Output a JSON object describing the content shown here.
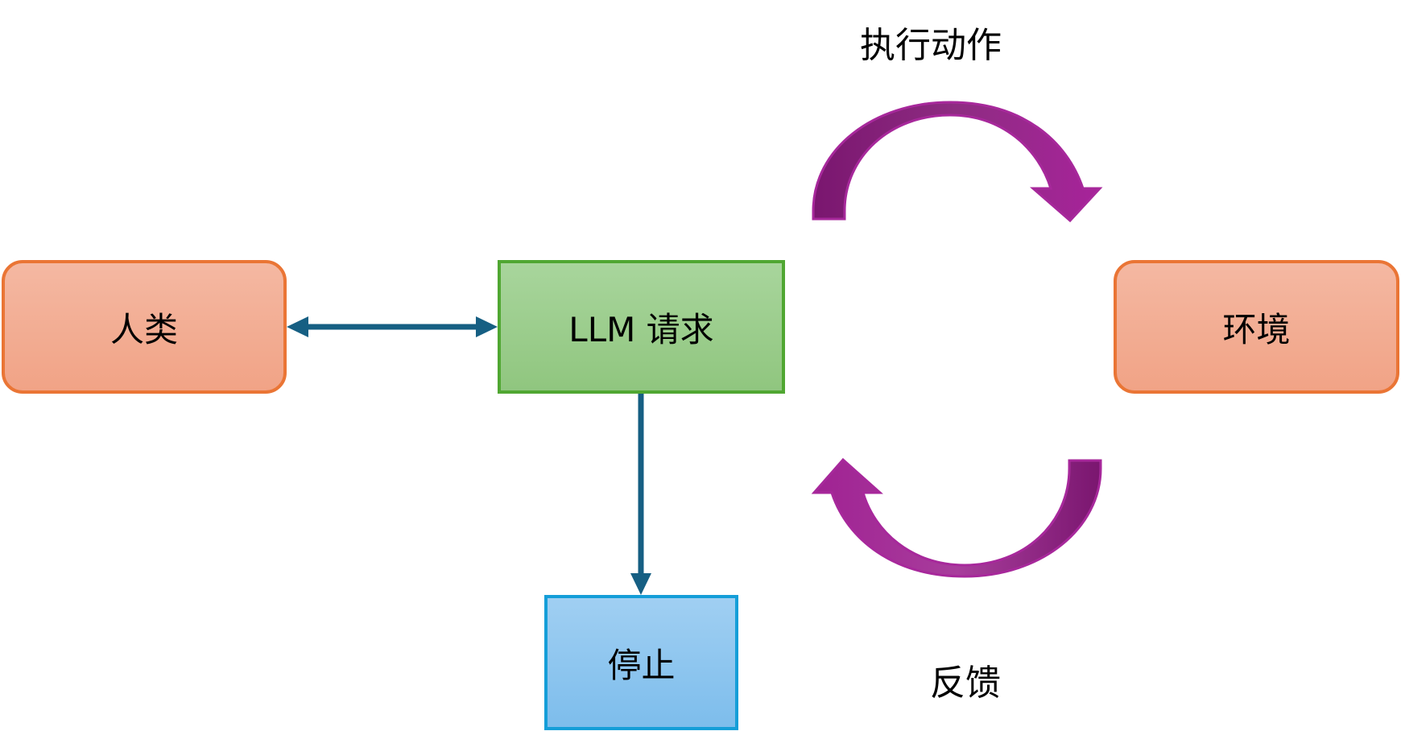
{
  "diagram": {
    "nodes": {
      "human": {
        "label": "人类"
      },
      "llm": {
        "label": "LLM 请求"
      },
      "environment": {
        "label": "环境"
      },
      "stop": {
        "label": "停止"
      }
    },
    "edges": [
      {
        "from": "human",
        "to": "llm",
        "type": "bidirectional"
      },
      {
        "from": "llm",
        "to": "stop",
        "type": "directed"
      },
      {
        "from": "llm",
        "to": "environment",
        "type": "curved",
        "label": "执行动作"
      },
      {
        "from": "environment",
        "to": "llm",
        "type": "curved",
        "label": "反馈"
      }
    ],
    "labels": {
      "action": "执行动作",
      "feedback": "反馈"
    },
    "colors": {
      "orange_border": "#ea7535",
      "green_border": "#50a732",
      "blue_border": "#149ed8",
      "connector": "#165f83",
      "curved_arrow": "#9e2191"
    }
  }
}
